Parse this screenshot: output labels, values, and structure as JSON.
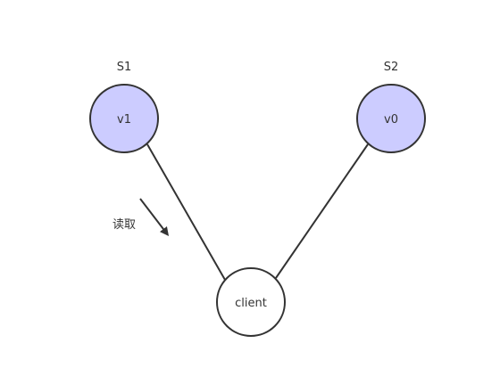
{
  "diagram": {
    "nodes": {
      "s1": {
        "label": "S1",
        "value": "v1",
        "fill": "#ccccff"
      },
      "s2": {
        "label": "S2",
        "value": "v0",
        "fill": "#ccccff"
      },
      "client": {
        "label": "client",
        "fill": "#ffffff"
      }
    },
    "arrow": {
      "label": "读取"
    },
    "colors": {
      "stroke": "#333333",
      "node_fill": "#ccccff",
      "background": "#ffffff"
    }
  }
}
